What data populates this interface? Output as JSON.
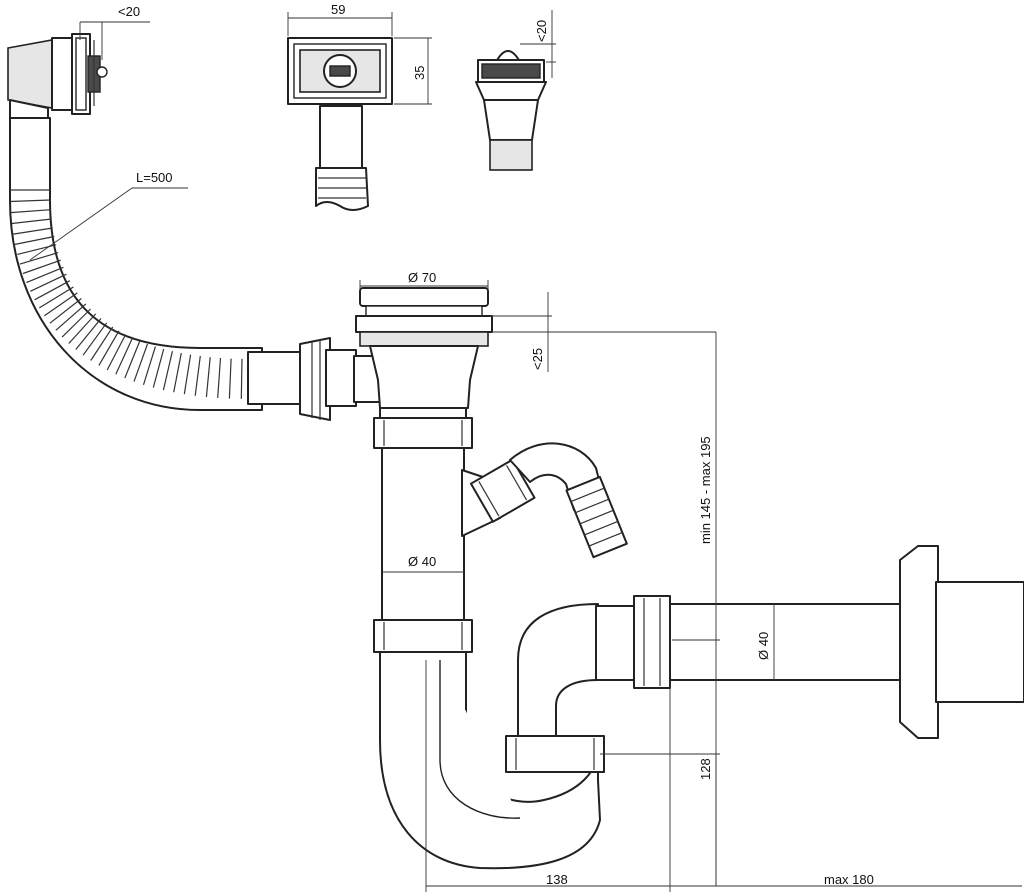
{
  "dimensions": {
    "overflow_gap": "<20",
    "box_width": "59",
    "box_height": "35",
    "plug_gap": "<20",
    "hose_length": "L=500",
    "outlet_diameter": "Ø 70",
    "outlet_height": "<25",
    "adjust_range": "min 145 - max 195",
    "pipe_diameter": "Ø 40",
    "outlet_pipe_diameter": "Ø 40",
    "trap_height": "128",
    "trap_width": "138",
    "max_length": "max 180"
  }
}
